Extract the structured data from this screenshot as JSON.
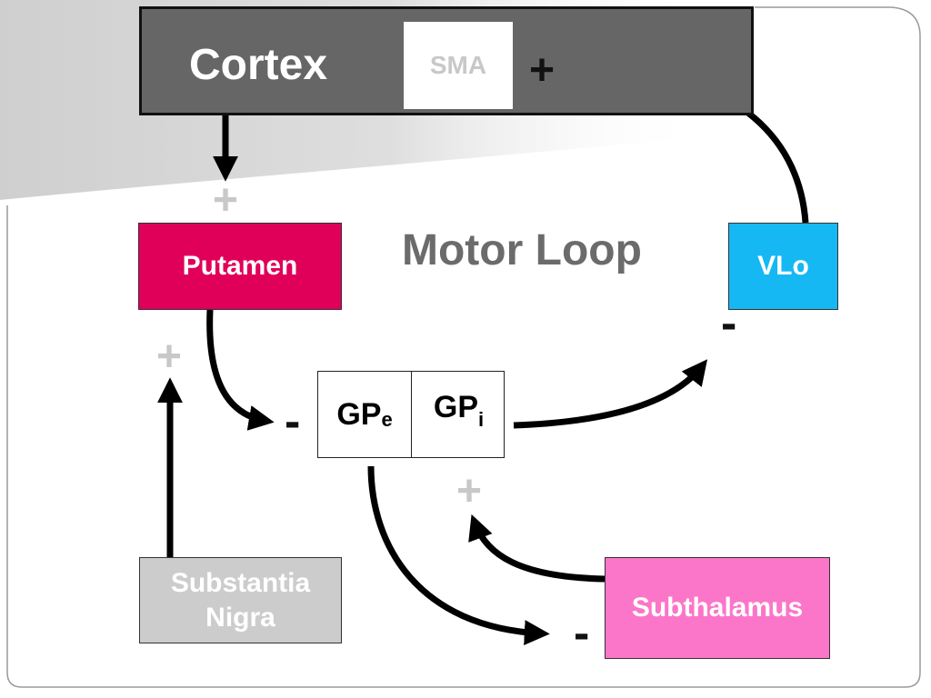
{
  "diagram": {
    "title": "Motor Loop",
    "nodes": {
      "cortex": "Cortex",
      "sma": "SMA",
      "putamen": "Putamen",
      "vlo": "VLo",
      "gpe": "GP",
      "gpe_sub": "e",
      "gpi": "GP",
      "gpi_sub": "i",
      "substantia_nigra_line1": "Substantia",
      "substantia_nigra_line2": "Nigra",
      "subthalamus": "Subthalamus"
    },
    "signs": {
      "vlo_to_sma": "+",
      "cortex_to_putamen": "+",
      "nigra_to_putamen": "+",
      "putamen_to_gp": "-",
      "gpi_to_vlo": "-",
      "subthalamus_to_gp": "+",
      "gpe_to_subthalamus": "-"
    },
    "edges": [
      {
        "from": "Cortex",
        "to": "Putamen",
        "sign": "+"
      },
      {
        "from": "Substantia Nigra",
        "to": "Putamen",
        "sign": "+"
      },
      {
        "from": "Putamen",
        "to": "GPe",
        "sign": "-"
      },
      {
        "from": "GPi",
        "to": "VLo",
        "sign": "-"
      },
      {
        "from": "VLo",
        "to": "SMA",
        "sign": "+"
      },
      {
        "from": "GPe",
        "to": "Subthalamus",
        "sign": "-"
      },
      {
        "from": "Subthalamus",
        "to": "GPi",
        "sign": "+"
      }
    ]
  },
  "colors": {
    "cortex": "#666666",
    "putamen": "#e0005a",
    "vlo": "#16b8f3",
    "nigra": "#cccccc",
    "subthalamus": "#fb76c9",
    "title": "#6b6b6b"
  }
}
